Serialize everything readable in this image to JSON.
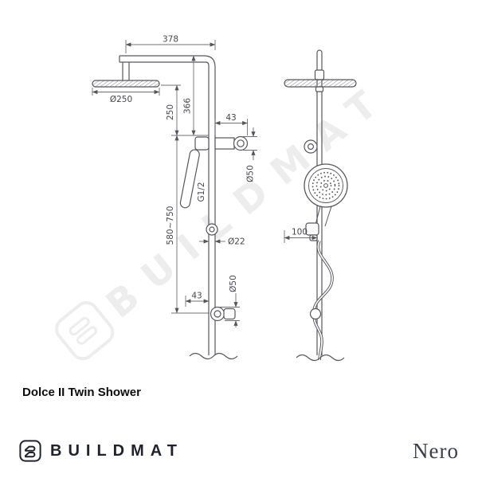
{
  "title": "Dolce II Twin Shower",
  "watermark": {
    "text": "BUILDMAT"
  },
  "footer": {
    "brand": "BUILDMAT",
    "partner": "Nero"
  },
  "colors": {
    "line": "#55575c",
    "dim_line": "#6e7074",
    "watermark": "#ededee",
    "brand_text": "#20232e"
  },
  "diagram": {
    "left_view": {
      "dim_arm_width": "378",
      "dim_head_diameter": "Ø250",
      "dim_arm_to_diverter": "366",
      "dim_head_to_diverter": "250",
      "dim_diverter_offset": "43",
      "dim_diverter_diameter": "Ø50",
      "dim_thread": "G1/2",
      "dim_rail_height": "580~750",
      "dim_rail_diameter": "Ø22",
      "dim_bracket_offset": "43",
      "dim_bracket_diameter": "Ø50"
    },
    "right_view": {
      "dim_holder_projection": "100"
    }
  }
}
